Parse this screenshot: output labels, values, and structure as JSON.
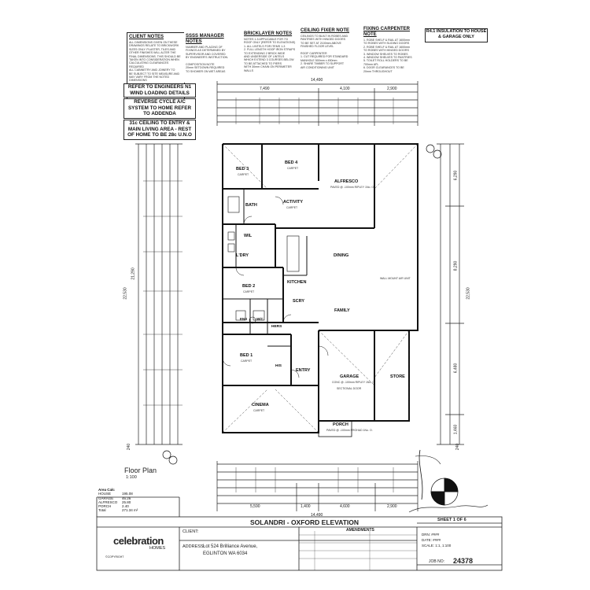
{
  "notes": {
    "client": {
      "title": "CLIENT NOTES",
      "body": "ALL DIMENSIONS GIVEN ON THESE\nDRAWINGS RELATE TO BRICKWORK\nSIZES ONLY. PLASTER, TILES AND\nOTHER FINISHES WILL ALTER THE\nFINAL DIMENSIONS. THIS SHOULD BE\nTAKEN INTO CONSIDERATION WHEN\nCALCULATING CLEARANCES REQUIRED\nALL CABINETRY AND JOINERY TO\nBE SUBJECT TO SITE MEASURE AND\nMAY VARY FROM THE NOTED DIMENSIONS"
    },
    "manager": {
      "title": "SSSS MANAGER NOTES",
      "body": "NUMBER AND PLACING OF\nFIXINGS AS DETERMINED BY\nSUPERVISOR AND COVERED\nBY ENGINEER'S INSTRUCTION.\n\nCOMPOSITION NOTE\n20mm SETDOWN REQUIRED\nTO SHOWER ON WET AREAS"
    },
    "bricklayer": {
      "title": "BRICKLAYER NOTES",
      "body": "NOTES 1-5 APPLICABLE FOR 7/3\nROOF ONLY (REFER TO ELEVATIONS)\n1. ALL LINTELS FOR ITEMS 1-3\n2. FULL LENGTH HOOP IRON STRAPS\nTO EXTENDING 2 BRICK WIDE\nAND UNDERSIDE OF LINTELS\nWHICH EXTEND 3 COURSES BELOW\nTO BE ATTACHED TO PIERS\nWITH 30mm CHAIN ON PERIMETER WALLS"
    },
    "ceiling": {
      "title": "CEILING FIXER NOTE",
      "body": "CEILINGS TO BUILT IN ROBES AND\nPANTRIES WITH HINGED DOORS\nTO BE SET AT 2100mm ABOVE\nFINISHED FLOOR LEVEL\n\nROOF CARPENTER\n1. CUT REQUIRED FOR STANDARD\nMANHOLE 500mm x 450mm\n2. SHARE TIMBER TO SUPPORT\nAIR CONDITIONING UNIT"
    },
    "fixing": {
      "title": "FIXING CARPENTER NOTE",
      "body": "1. ROBE SHELF & RAIL AT 1600mm\nTO ROBES WITH SLIDING DOORS\n2. ROBE SHELF & RAIL AT 1600mm\nTO ROBES WITH HINGED DOORS\n3. WINDOW SHELVES TO ROBES\n4. WINDOW SHELVES TO PANTRIES\n5. TOILET ROLL HOLDERS TO BE\n700mm AFL\n6. DOOR CLEARANCES TO BE\n20mm THROUGHOUT"
    },
    "insulation": "R4.1 INSULATION TO HOUSE & GARAGE ONLY"
  },
  "references": {
    "engineers": "REFER TO ENGINEERS N1 WIND LOADING DETAILS",
    "aircon": "REVERSE CYCLE A/C SYSTEM TO HOME REFER TO ADDENDA",
    "ceiling": "31c CEILING TO ENTRY & MAIN LIVING AREA - REST OF HOME TO BE 28c U.N.O"
  },
  "dimensions": {
    "overall_width": "14,490",
    "top_segments": [
      "7,490",
      "4,100",
      "2,900"
    ],
    "bottom_segments": [
      "5,590",
      "1,400",
      "4,600",
      "2,900"
    ],
    "left_height": "22,530",
    "left_segment": "21,290",
    "right_height": "22,530",
    "right_segments": [
      "6,290",
      "8,290",
      "6,480",
      "1,460"
    ],
    "base_left": "240",
    "base_right": "240"
  },
  "rooms": {
    "bed3": "BED 3",
    "bed4": "BED 4",
    "alfresco": "ALFRESCO",
    "bath": "BATH",
    "activity": "ACTIVITY",
    "wil": "WIL",
    "ldry": "L'DRY",
    "dining": "DINING",
    "kitchen": "KITCHEN",
    "bed2": "BED 2",
    "scry": "SCRY",
    "family": "FAMILY",
    "ens": "ENS",
    "wc": "W/C",
    "hers": "HERS",
    "his": "HIS",
    "bed1": "BED 1",
    "entry": "ENTRY",
    "garage": "GARAGE",
    "store": "STORE",
    "cinema": "CINEMA",
    "porch": "PORCH"
  },
  "room_subs": {
    "carpet": "CARPET",
    "alfresco_note": "PAVED @ -100mm RIPLEY 1No. O.",
    "garage_note": "CONC @ -100mm RIPLEY 1No. O.",
    "porch_note": "PAVED @ -100mm PROHAD 1No. O.",
    "wall_mount": "WALL MOUNT AIR UNIT",
    "sectional": "SECTIONAL DOOR"
  },
  "plan": {
    "title": "Floor Plan",
    "scale": "1:100"
  },
  "area_calc": {
    "title": "Area Calc",
    "rows": [
      {
        "label": "HOUSE",
        "value": "195.08"
      },
      {
        "label": "GARAGE",
        "value": "46.26"
      },
      {
        "label": "ALFRESCO",
        "value": "25.80"
      },
      {
        "label": "PORCH",
        "value": "2.40"
      }
    ],
    "total_label": "Total",
    "total": "271.34 m²"
  },
  "title_block": {
    "project": "SOLANDRI - OXFORD ELEVATION",
    "client_label": "CLIENT:",
    "address_label": "ADDRESS:",
    "address_line1": "Lot 524 Brilliance Avenue,",
    "address_line2": "EGLINTON WA 6034",
    "amendments": "AMENDMENTS",
    "sheet": "SHEET 1 OF 6",
    "drn": "DRN: ####",
    "date": "DATE: ####",
    "scale": "SCALE: 1:1, 1:100",
    "job_label": "JOB NO:",
    "job_no": "24378",
    "logo": "celebration",
    "logo_sub": "HOMES",
    "copyright": "©COPYRIGHT"
  }
}
